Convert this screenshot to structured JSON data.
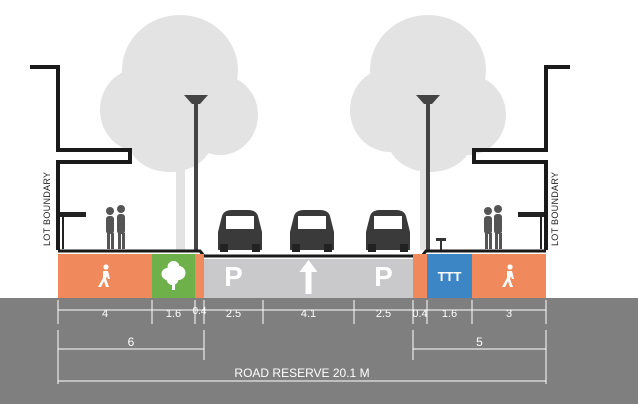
{
  "colors": {
    "footpath": "#f08a5d",
    "verge": "#6eb04a",
    "parking": "#c9c9cb",
    "carriageway": "#c9c9cb",
    "bike_stop": "#3d86c6",
    "ground": "#7f7f80",
    "tree": "#e4e4e4",
    "building_line": "#1a1a1a"
  },
  "lot_boundary_left": "LOT BOUNDARY",
  "lot_boundary_right": "LOT BOUNDARY",
  "zones": [
    {
      "name": "footpath-left",
      "type": "footpath",
      "width_m": "4",
      "icon": "pedestrian-icon"
    },
    {
      "name": "verge-left",
      "type": "verge",
      "width_m": "1.6",
      "icon": "tree-icon"
    },
    {
      "name": "kerb-left",
      "type": "kerb",
      "width_m": "0.4"
    },
    {
      "name": "parking-left",
      "type": "parking",
      "width_m": "2.5",
      "label": "P"
    },
    {
      "name": "carriageway",
      "type": "carriageway",
      "width_m": "4.1",
      "icon": "up-arrow-icon"
    },
    {
      "name": "parking-right",
      "type": "parking",
      "width_m": "2.5",
      "label": "P"
    },
    {
      "name": "kerb-right",
      "type": "kerb",
      "width_m": "0.4"
    },
    {
      "name": "bike-parking-right",
      "type": "bike_stop",
      "width_m": "1.6",
      "label": "TTT"
    },
    {
      "name": "footpath-right",
      "type": "footpath",
      "width_m": "3",
      "icon": "pedestrian-icon"
    }
  ],
  "dimensions": {
    "left_group": "6",
    "right_group": "5",
    "road_reserve": "ROAD RESERVE 20.1 M"
  }
}
